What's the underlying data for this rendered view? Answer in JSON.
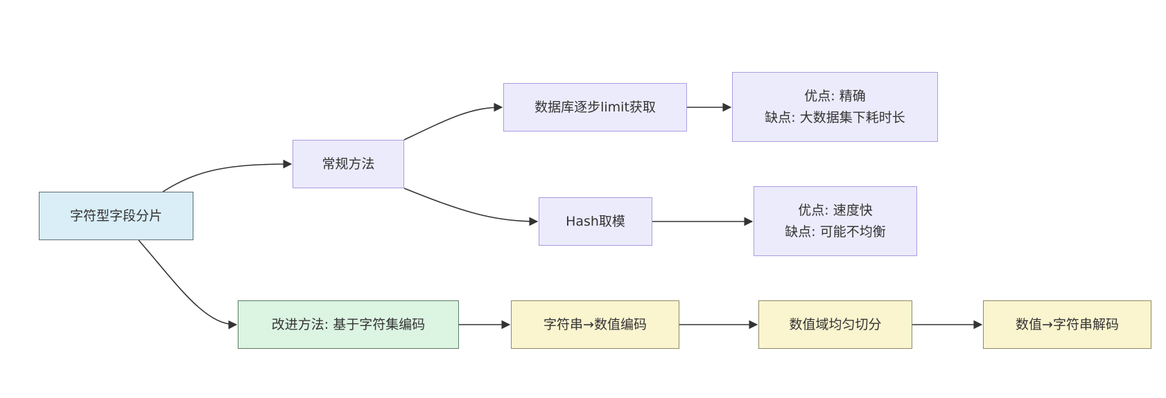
{
  "nodes": {
    "root": {
      "label": "字符型字段分片",
      "color": "#d9eef7"
    },
    "normal": {
      "label": "常规方法",
      "color": "#ecebfc"
    },
    "limit": {
      "label": "数据库逐步limit获取",
      "color": "#ecebfc"
    },
    "limit_pros_cons": {
      "pros": "优点: 精确",
      "cons": "缺点: 大数据集下耗时长",
      "color": "#ecebfc"
    },
    "hash": {
      "label": "Hash取模",
      "color": "#ecebfc"
    },
    "hash_pros_cons": {
      "pros": "优点: 速度快",
      "cons": "缺点: 可能不均衡",
      "color": "#ecebfc"
    },
    "improved": {
      "label": "改进方法: 基于字符集编码",
      "color": "#dcf4e2"
    },
    "encode": {
      "label": "字符串→数值编码",
      "color": "#faf4cf"
    },
    "split": {
      "label": "数值域均匀切分",
      "color": "#faf4cf"
    },
    "decode": {
      "label": "数值→字符串解码",
      "color": "#faf4cf"
    }
  },
  "edges": [
    {
      "from": "root",
      "to": "normal"
    },
    {
      "from": "root",
      "to": "improved"
    },
    {
      "from": "normal",
      "to": "limit"
    },
    {
      "from": "normal",
      "to": "hash"
    },
    {
      "from": "limit",
      "to": "limit_pros_cons"
    },
    {
      "from": "hash",
      "to": "hash_pros_cons"
    },
    {
      "from": "improved",
      "to": "encode"
    },
    {
      "from": "encode",
      "to": "split"
    },
    {
      "from": "split",
      "to": "decode"
    }
  ],
  "colors": {
    "edge": "#333333"
  }
}
